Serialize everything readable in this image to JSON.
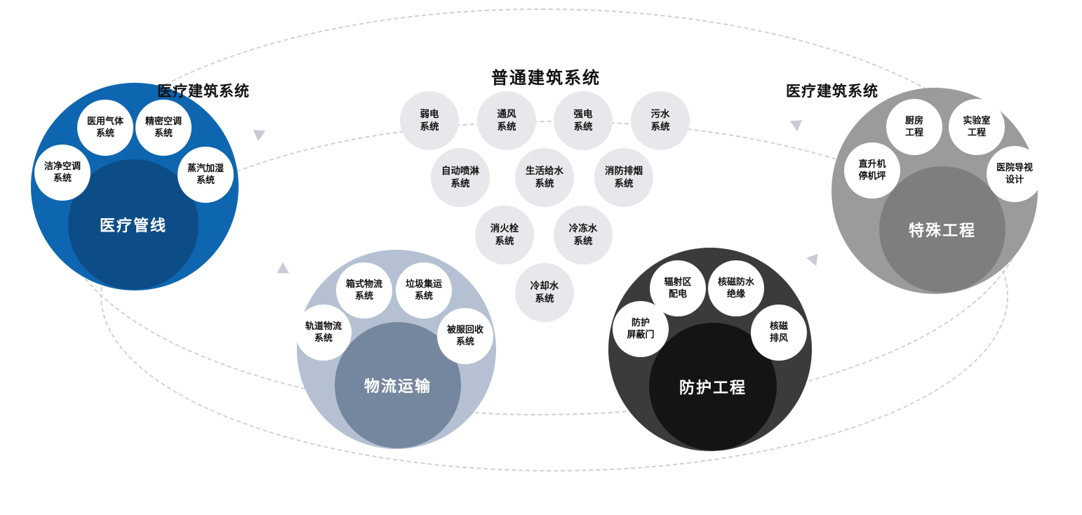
{
  "colors": {
    "medical_outer": "#0e66b0",
    "medical_inner": "#0c4d87",
    "special_outer": "#9b9b9b",
    "special_inner": "#7e7e7e",
    "logistics_outer": "#b5c1d3",
    "logistics_inner": "#75879e",
    "protection_outer": "#3b3b3b",
    "protection_inner": "#141414",
    "center_item_bg": "#e8e8ec",
    "dashed_line": "#d0d0d0",
    "arrow": "#c9cbd8"
  },
  "clusters": {
    "medical": {
      "group_label": "医疗建筑系统",
      "core_label": "医疗管线",
      "satellites": [
        "医用气体\n系统",
        "精密空调\n系统",
        "洁净空调\n系统",
        "蒸汽加湿\n系统"
      ]
    },
    "special": {
      "group_label": "医疗建筑系统",
      "core_label": "特殊工程",
      "satellites": [
        "厨房\n工程",
        "实验室\n工程",
        "直升机\n停机坪",
        "医院导视\n设计"
      ]
    },
    "logistics": {
      "core_label": "物流运输",
      "satellites": [
        "箱式物流\n系统",
        "垃圾集运\n系统",
        "轨道物流\n系统",
        "被服回收\n系统"
      ]
    },
    "protection": {
      "core_label": "防护工程",
      "satellites": [
        "辐射区\n配电",
        "核磁防水\n绝缘",
        "防护\n屏蔽门",
        "核磁\n排风"
      ]
    }
  },
  "center": {
    "title": "普通建筑系统",
    "items": [
      "弱电\n系统",
      "通风\n系统",
      "强电\n系统",
      "污水\n系统",
      "自动喷淋\n系统",
      "生活给水\n系统",
      "消防排烟\n系统",
      "消火栓\n系统",
      "冷冻水\n系统",
      "冷却水\n系统"
    ]
  }
}
